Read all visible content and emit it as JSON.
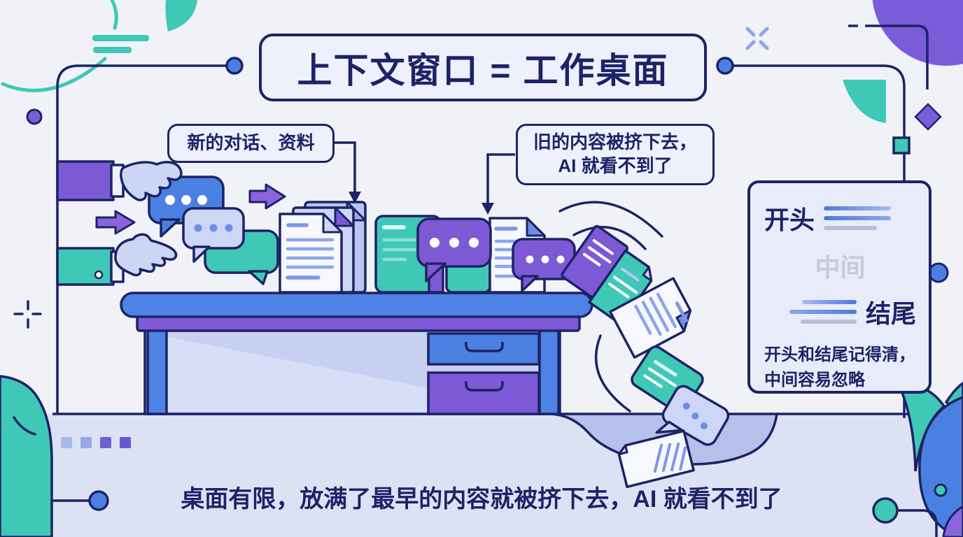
{
  "header": {
    "title": "上下文窗口 = 工作桌面"
  },
  "callouts": {
    "new_content": {
      "label": "新的对话、资料"
    },
    "old_content": {
      "line1": "旧的内容被挤下去，",
      "line2": "AI 就看不到了"
    }
  },
  "memory_panel": {
    "beginning_label": "开头",
    "middle_label": "中间",
    "end_label": "结尾",
    "note_line1": "开头和结尾记得清，",
    "note_line2": "中间容易忽略"
  },
  "footer": {
    "caption": "桌面有限，放满了最早的内容就被挤下去，AI 就看不到了"
  },
  "colors": {
    "ink": "#1d2366",
    "background": "#f1f2f8",
    "panel_bg": "#e8ecf9",
    "box_bg": "#eef1fc",
    "blue": "#4a80e1",
    "purple": "#7d59d6",
    "arrow_purple": "#8a64dc",
    "teal": "#3fc8b6",
    "lavender": "#cdd6f6",
    "doc_line_blue": "#8ca5ea",
    "band": "#dce2f4",
    "pit": "#b6c0ea",
    "muted_gray": "#c5cbdd",
    "accent_line_blue": "#4d79dd"
  },
  "icons": {
    "speech_bubble": "rounded rectangle with tail and ellipsis dots",
    "document": "sheet with folded corner and text lines",
    "arrow_right": "solid right-pointing arrow",
    "hand": "hand reaching from sleeve",
    "desk": "desk with drawers",
    "node_dot": "connector circle node",
    "sparkle": "four-dash sparkle cross",
    "crosshair": "plus registration mark"
  }
}
